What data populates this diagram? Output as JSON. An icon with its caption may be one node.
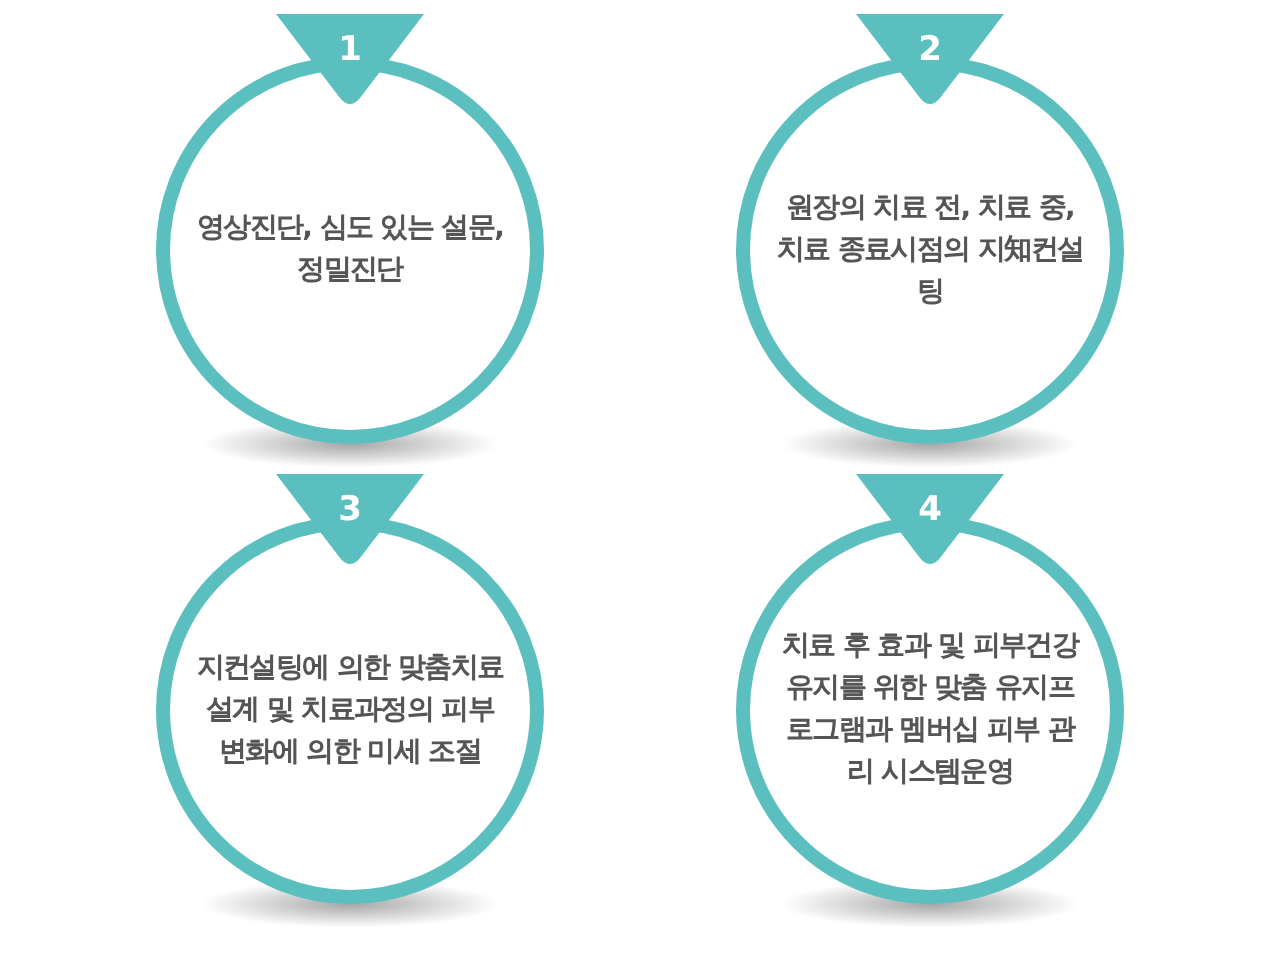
{
  "diagram": {
    "nodes": [
      {
        "text": [
          "1"
        ]
      },
      {
        "text": [
          "영상진단, 심도 있는 설문, 정밀진단"
        ]
      },
      {
        "text": [
          "2"
        ]
      },
      {
        "text": [
          "원장의 치료 전, 치료 중, 치료 종료시점의 지知컨설팅"
        ]
      },
      {
        "text": [
          "3"
        ]
      },
      {
        "text": [
          "지컨설팅에 의한 맞춤치료 설계 및 치료과정의 피부변화에 의한 미세 조절"
        ]
      },
      {
        "text": [
          "4"
        ]
      },
      {
        "text": [
          "치료 후 효과 및 피부건강 유지를 위한 맞춤 유지프로그램과 멤버십 피부 관리 시스템운영"
        ]
      }
    ],
    "edges": []
  }
}
